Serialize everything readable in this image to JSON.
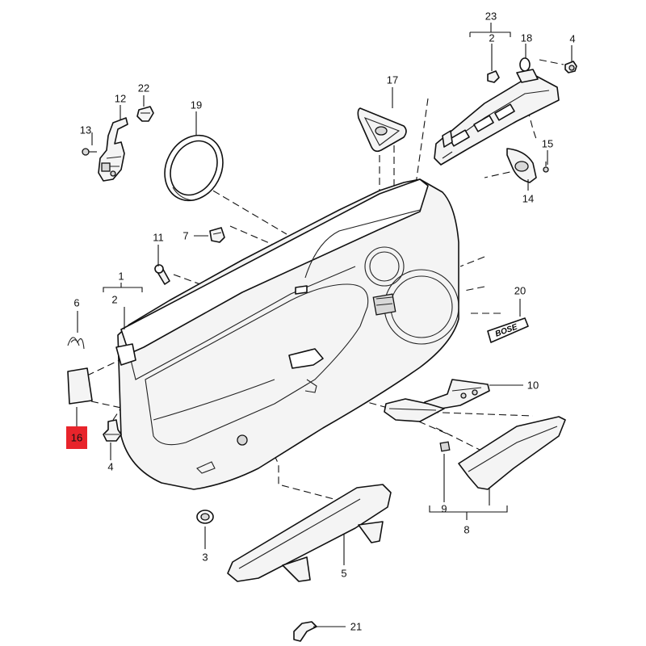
{
  "callouts": {
    "c1": "1",
    "c2a": "2",
    "c2b": "2",
    "c3": "3",
    "c4a": "4",
    "c4b": "4",
    "c5": "5",
    "c6": "6",
    "c7": "7",
    "c8": "8",
    "c9": "9",
    "c10": "10",
    "c11": "11",
    "c12": "12",
    "c13": "13",
    "c14": "14",
    "c15": "15",
    "c16": "16",
    "c17": "17",
    "c18": "18",
    "c19": "19",
    "c20": "20",
    "c21": "21",
    "c22": "22",
    "c23": "23"
  },
  "badge_text": "BOSE",
  "colors": {
    "highlight": "#e8242b",
    "line": "#111111",
    "fill": "#f4f4f4"
  }
}
